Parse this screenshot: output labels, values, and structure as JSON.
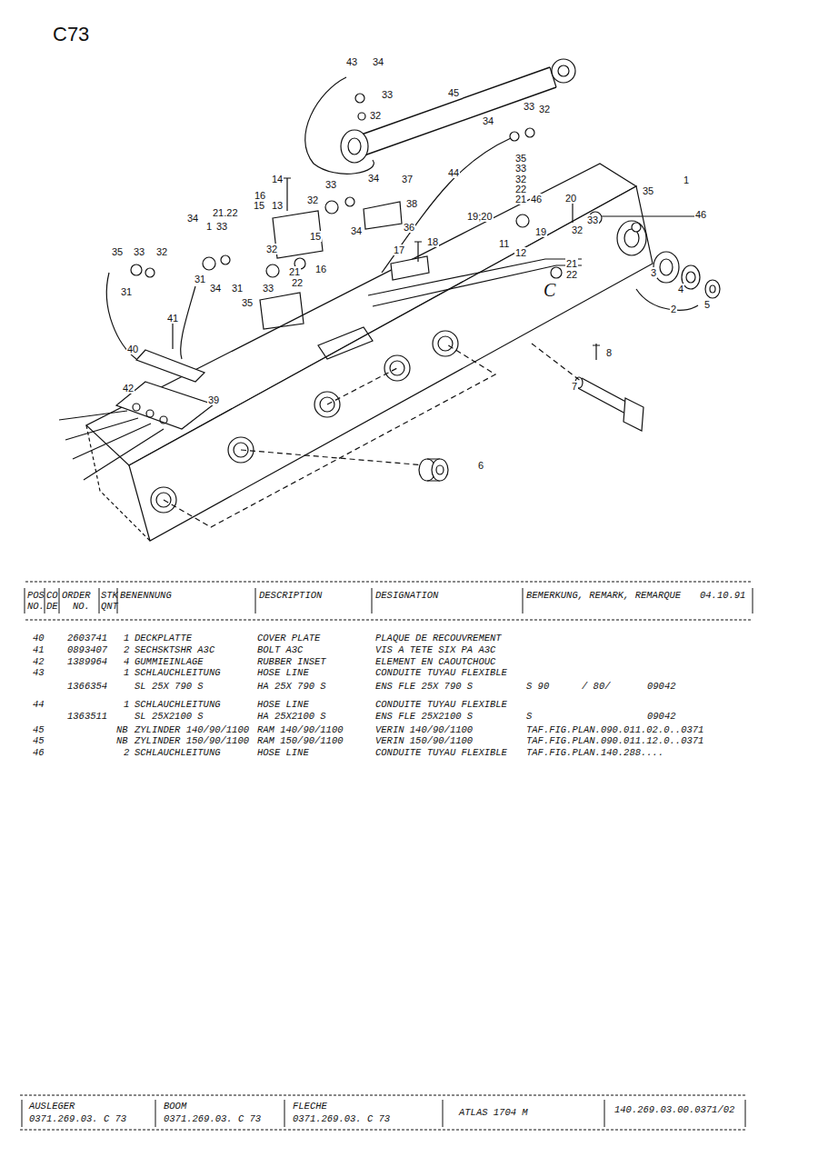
{
  "diagram": {
    "title": "C73",
    "labels": [
      "43",
      "34",
      "33",
      "32",
      "45",
      "34",
      "33",
      "32",
      "14",
      "37",
      "34",
      "33",
      "44",
      "35",
      "33",
      "32",
      "22",
      "21",
      "46",
      "20",
      "1",
      "35",
      "16",
      "15",
      "13",
      "32",
      "38",
      "21.22",
      "19;20",
      "46",
      "34",
      "1",
      "33",
      "15",
      "36",
      "34",
      "33",
      "17",
      "18",
      "11",
      "12",
      "19",
      "32",
      "32",
      "3",
      "4",
      "5",
      "2",
      "35",
      "33",
      "32",
      "21",
      "16",
      "22",
      "31",
      "31",
      "34",
      "31",
      "33",
      "35",
      "21",
      "22",
      "41",
      "40",
      "42",
      "39",
      "8",
      "7",
      "6",
      "C",
      "POS",
      "CO",
      "ORDER",
      "STK",
      "BENENNUNG",
      "DESCRIPTION",
      "DESIGNATION",
      "BEMERKUNG, REMARK, REMARQUE",
      "04.10.91",
      "NO.",
      "DE",
      "NO.",
      "QNT",
      "40",
      "2603741",
      "1",
      "DECKPLATTE",
      "COVER PLATE",
      "PLAQUE DE RECOUVREMENT",
      "41",
      "0893407",
      "2",
      "SECHSKTSHR A3C",
      "BOLT A3C",
      "VIS A TETE SIX PA A3C",
      "42",
      "1389964",
      "4",
      "GUMMIEINLAGE",
      "RUBBER INSET",
      "ELEMENT EN CAOUTCHOUC",
      "43",
      "1",
      "SCHLAUCHLEITUNG",
      "HOSE LINE",
      "CONDUITE TUYAU FLEXIBLE",
      "1366354",
      "SL 25X 790 S",
      "HA 25X 790 S",
      "ENS FLE 25X 790 S",
      "S 90",
      "/ 80/",
      "09042",
      "44",
      "1",
      "SCHLAUCHLEITUNG",
      "HOSE LINE",
      "CONDUITE TUYAU FLEXIBLE",
      "1363511",
      "SL 25X2100 S",
      "HA 25X2100 S",
      "ENS FLE 25X2100 S",
      "S",
      "09042",
      "45",
      "NB",
      "ZYLINDER 140/90/1100",
      "RAM 140/90/1100",
      "VERIN 140/90/1100",
      "TAF.FIG.PLAN.090.011.02.0..0371",
      "45",
      "NB",
      "ZYLINDER 150/90/1100",
      "RAM 150/90/1100",
      "VERIN 150/90/1100",
      "TAF.FIG.PLAN.090.011.12.0..0371",
      "46",
      "2",
      "SCHLAUCHLEITUNG",
      "HOSE LINE",
      "CONDUITE TUYAU FLEXIBLE",
      "TAF.FIG.PLAN.140.288....",
      "AUSLEGER",
      "0371.269.03. C 73",
      "BOOM",
      "0371.269.03. C 73",
      "FLECHE",
      "0371.269.03. C 73",
      "ATLAS 1704 M",
      "140.269.03.00.0371/02"
    ]
  }
}
